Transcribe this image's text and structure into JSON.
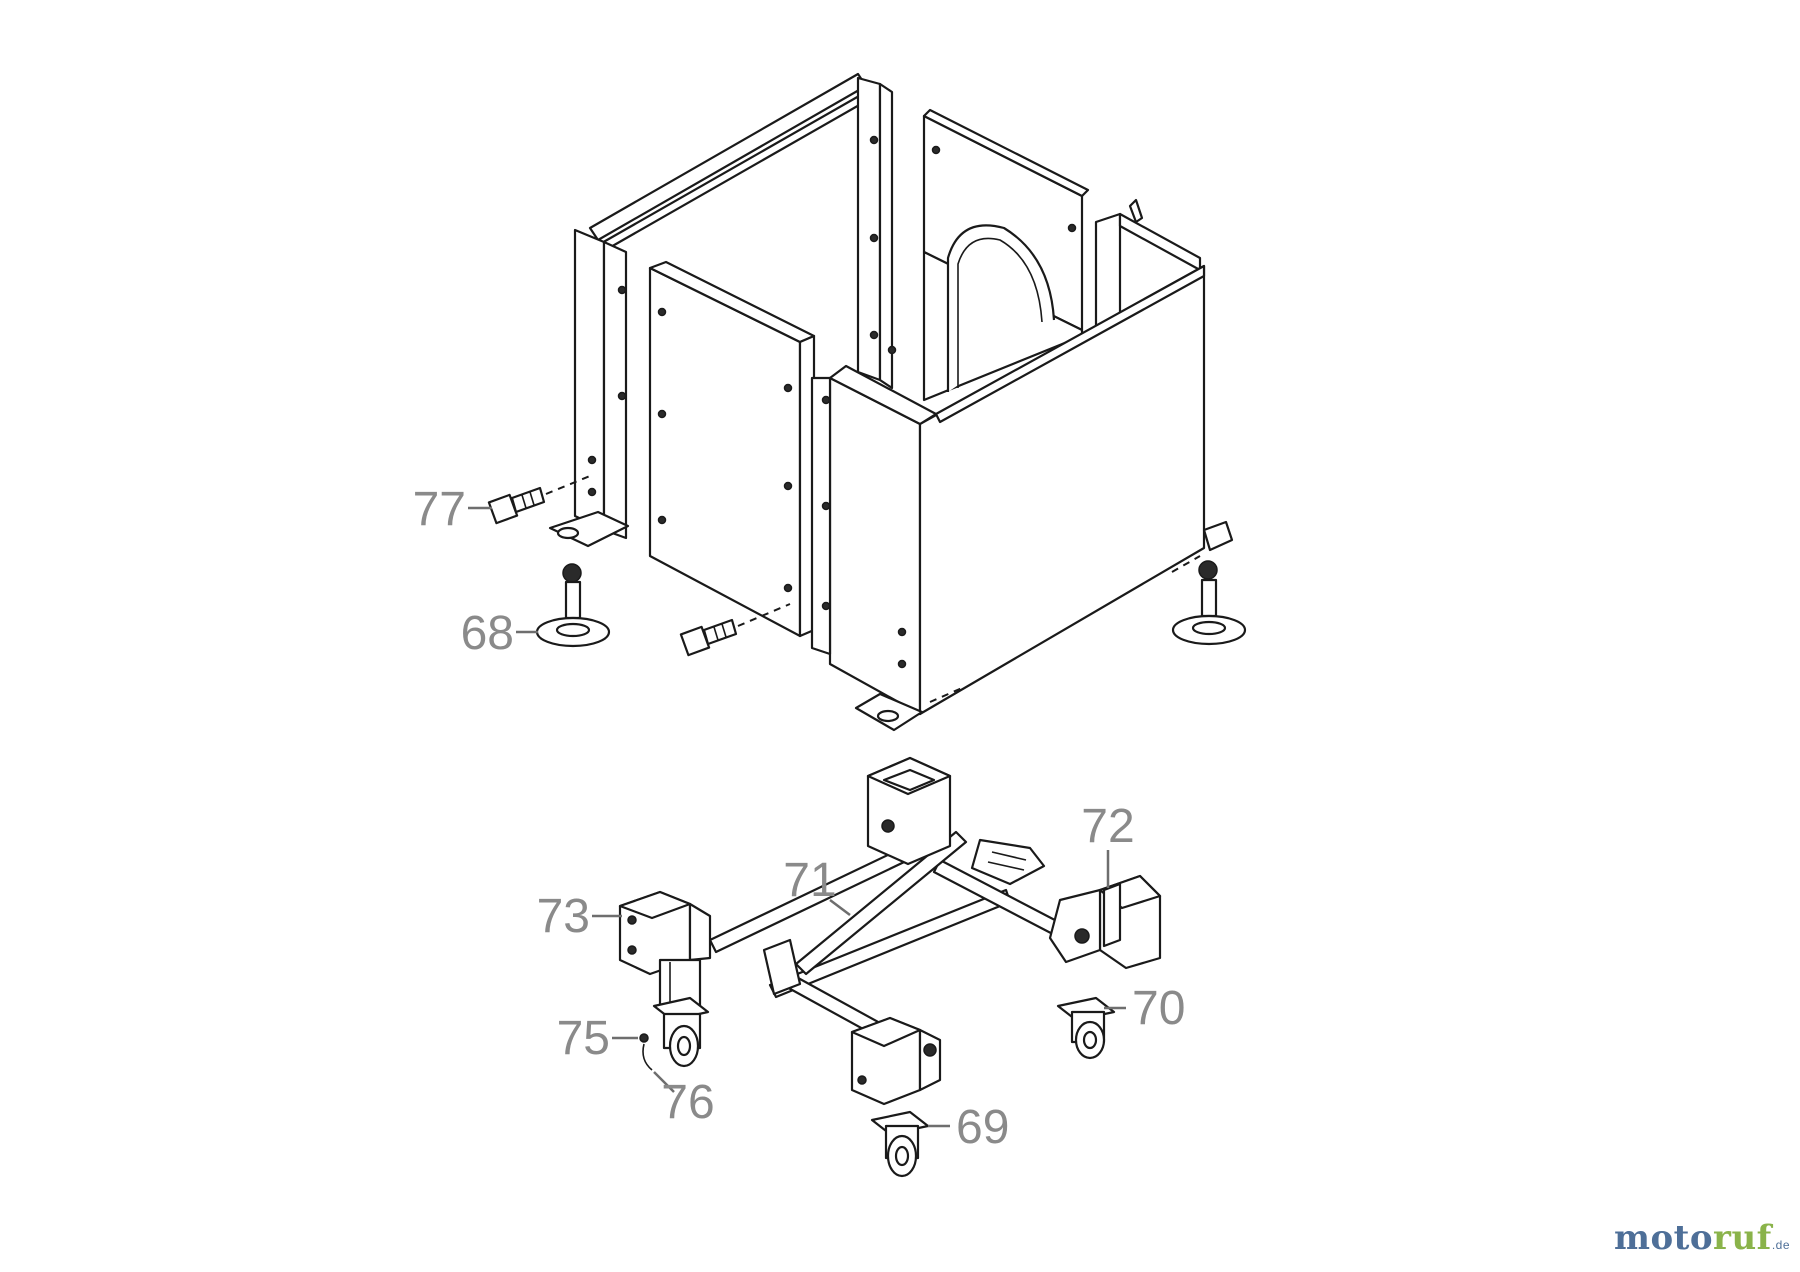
{
  "diagram": {
    "parts": [
      {
        "id": "77",
        "label": "77"
      },
      {
        "id": "68",
        "label": "68"
      },
      {
        "id": "72",
        "label": "72"
      },
      {
        "id": "71",
        "label": "71"
      },
      {
        "id": "73",
        "label": "73"
      },
      {
        "id": "70",
        "label": "70"
      },
      {
        "id": "75",
        "label": "75"
      },
      {
        "id": "76",
        "label": "76"
      },
      {
        "id": "69",
        "label": "69"
      }
    ]
  },
  "watermark": {
    "main": "moto",
    "accent": "ruf",
    "tld": ".de"
  },
  "colors": {
    "label_gray": "#8a8a8a",
    "line": "#1a1a1a",
    "watermark_blue": "#4e6f98",
    "watermark_green": "#8ab34a"
  }
}
